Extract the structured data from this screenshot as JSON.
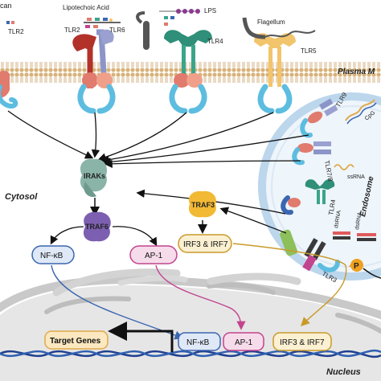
{
  "ligands": {
    "glycan_fragment": "can",
    "lipoteichoic_acid": "Lipotechoic Acid",
    "lps": "LPS",
    "flagellum": "Flagellum"
  },
  "receptors": {
    "tlr2_left": "TLR2",
    "tlr2": "TLR2",
    "tlr6": "TLR6",
    "tlr4": "TLR4",
    "tlr5": "TLR5",
    "tlr9": "TLR9",
    "tlr78": "TLR7/8",
    "tlr4_endo": "TLR4",
    "tlr3": "TLR3"
  },
  "regions": {
    "plasma_membrane": "Plasma M",
    "cytosol": "Cytosol",
    "endosome": "Endosome",
    "nucleus": "Nucleus"
  },
  "nucleic_acids": {
    "cpg": "CpG",
    "ssrna": "ssRNA",
    "dsrna1": "dsRNA",
    "dsrna2": "dsRNA"
  },
  "phospho": "P",
  "nodes": {
    "irak": "IRAKs",
    "traf6": "TRAF6",
    "traf3": "TRAF3",
    "nfkb": "NF-κB",
    "ap1": "AP-1",
    "irf": "IRF3 & IRF7",
    "target_genes": "Target Genes",
    "nfkb_nuc": "NF-κB",
    "ap1_nuc": "AP-1",
    "irf_nuc": "IRF3 & IRF7"
  },
  "colors": {
    "tlr2": "#e07b6e",
    "tlr6": "#f0a08a",
    "tlr4": "#3aa58b",
    "tlr5": "#f2c46b",
    "anchor": "#5dbde0",
    "nfkb": "#3b66b0",
    "ap1": "#c2438e",
    "irf": "#c99a2a",
    "target": "#e0a94b",
    "membrane": "#c9a26b"
  }
}
